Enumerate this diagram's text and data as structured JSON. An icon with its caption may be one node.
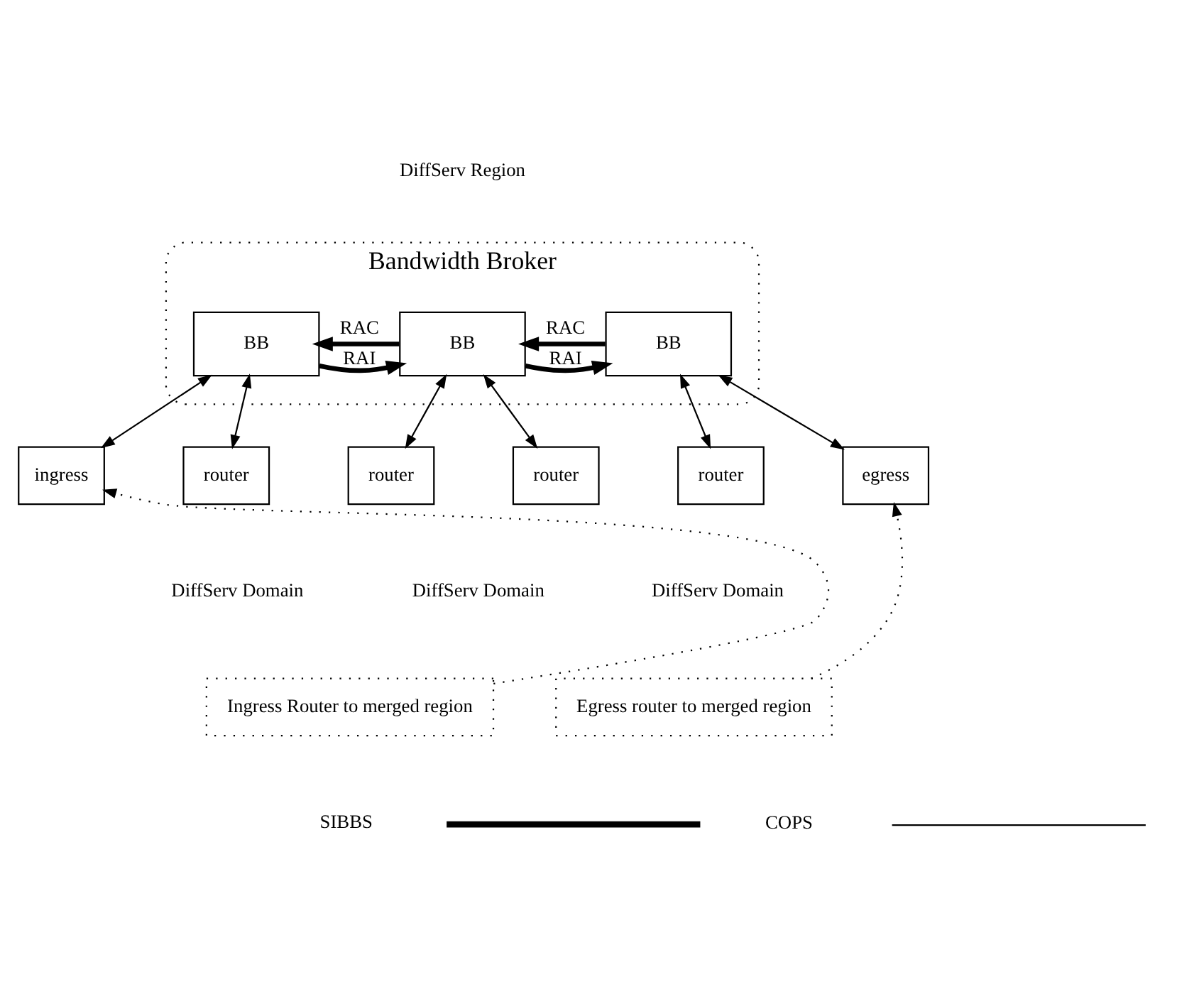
{
  "diagram": {
    "nodes": [
      {
        "text": [
          "Bandwidth Broker"
        ]
      },
      {
        "text": [
          "BB"
        ],
        "in": 0
      },
      {
        "text": [
          "BB"
        ],
        "in": 0
      },
      {
        "text": [
          "BB"
        ],
        "in": 0
      },
      {
        "text": [
          "ingress"
        ]
      },
      {
        "text": [
          "router"
        ]
      },
      {
        "text": [
          "router"
        ]
      },
      {
        "text": [
          "router"
        ]
      },
      {
        "text": [
          "router"
        ]
      },
      {
        "text": [
          "egress"
        ]
      },
      {
        "text": [
          "Ingress Router to merged region"
        ]
      },
      {
        "text": [
          "Egress router to merged region"
        ]
      }
    ],
    "edges": [
      {
        "from": 1,
        "to": 2,
        "arrow": "to",
        "label": "RAI",
        "style": "thick"
      },
      {
        "from": 2,
        "to": 1,
        "arrow": "to",
        "label": "RAC",
        "style": "thick"
      },
      {
        "from": 2,
        "to": 3,
        "arrow": "to",
        "label": "RAI",
        "style": "thick"
      },
      {
        "from": 3,
        "to": 2,
        "arrow": "to",
        "label": "RAC",
        "style": "thick"
      },
      {
        "from": 1,
        "to": 4,
        "arrow": "both"
      },
      {
        "from": 1,
        "to": 5,
        "arrow": "both"
      },
      {
        "from": 2,
        "to": 6,
        "arrow": "both"
      },
      {
        "from": 2,
        "to": 7,
        "arrow": "both"
      },
      {
        "from": 3,
        "to": 8,
        "arrow": "both"
      },
      {
        "from": 3,
        "to": 9,
        "arrow": "both"
      },
      {
        "from": 10,
        "to": 4,
        "arrow": "to",
        "style": "dashed"
      },
      {
        "from": 11,
        "to": 9,
        "arrow": "to",
        "style": "dashed"
      }
    ],
    "labels": [
      "DiffServ Region",
      "DiffServ Domain",
      "DiffServ Domain",
      "DiffServ Domain"
    ],
    "legend": [
      {
        "text": "SIBBS"
      },
      {
        "text": "COPS"
      }
    ]
  }
}
